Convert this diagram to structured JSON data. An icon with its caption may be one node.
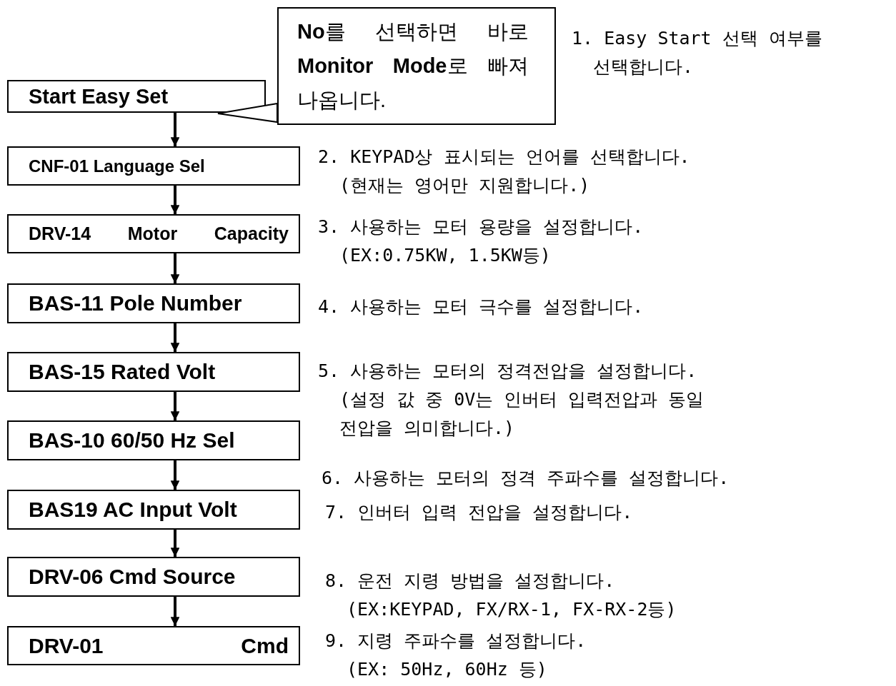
{
  "diagram": {
    "nodes": [
      {
        "text": [
          "Start Easy Set"
        ]
      },
      {
        "text": [
          "CNF-01 Language Sel"
        ]
      },
      {
        "text": [
          "DRV-14 Motor Capacity"
        ]
      },
      {
        "text": [
          "BAS-11 Pole Number"
        ]
      },
      {
        "text": [
          "BAS-15 Rated Volt"
        ]
      },
      {
        "text": [
          "BAS-10 60/50 Hz Sel"
        ]
      },
      {
        "text": [
          "BAS19 AC Input Volt"
        ]
      },
      {
        "text": [
          "DRV-06 Cmd Source"
        ]
      },
      {
        "text": [
          "DRV-01 Cmd"
        ]
      },
      {
        "text": [
          "**No**를 선택하면 바로 **Monitor Mode**로 빠져 나옵니다."
        ]
      }
    ],
    "edges": [
      {
        "from": 0,
        "to": 1,
        "arrow": "to"
      },
      {
        "from": 1,
        "to": 2,
        "arrow": "to"
      },
      {
        "from": 2,
        "to": 3,
        "arrow": "to"
      },
      {
        "from": 3,
        "to": 4,
        "arrow": "to"
      },
      {
        "from": 4,
        "to": 5,
        "arrow": "to"
      },
      {
        "from": 5,
        "to": 6,
        "arrow": "to"
      },
      {
        "from": 6,
        "to": 7,
        "arrow": "to"
      },
      {
        "from": 7,
        "to": 8,
        "arrow": "to"
      },
      {
        "from": 9,
        "to": 0,
        "arrow": "none"
      }
    ],
    "labels": [
      "1. Easy Start 선택 여부를 선택합니다.",
      "2. KEYPAD상 표시되는 언어를 선택합니다. (현재는 영어만 지원합니다.)",
      "3. 사용하는 모터 용량을 설정합니다. (EX:0.75KW, 1.5KW등)",
      "4. 사용하는 모터 극수를 설정합니다.",
      "5. 사용하는 모터의 정격전압을 설정합니다. (설정 값 중 0V는 인버터 입력전압과 동일 전압을 의미합니다.)",
      "6. 사용하는 모터의 정격 주파수를 설정합니다.",
      "7. 인버터 입력 전압을 설정합니다.",
      "8. 운전 지령 방법을 설정합니다. (EX:KEYPAD, FX/RX-1, FX-RX-2등)",
      "9. 지령 주파수를 설정합니다. (EX: 50Hz, 60Hz 등)"
    ]
  }
}
